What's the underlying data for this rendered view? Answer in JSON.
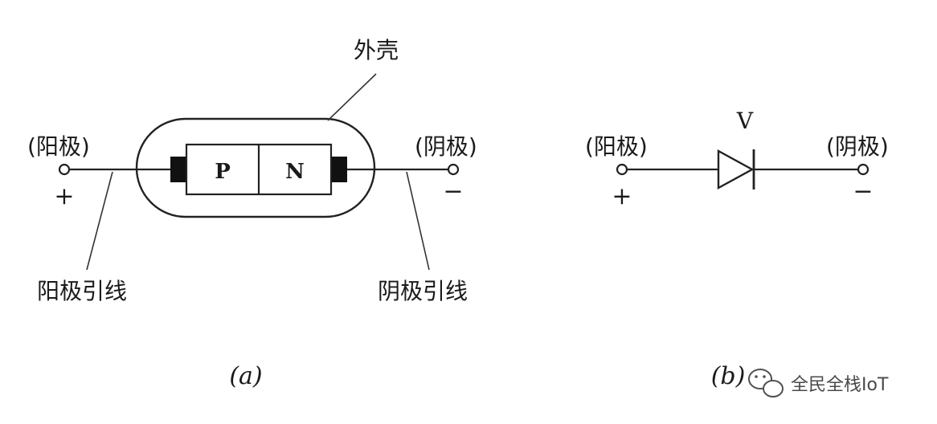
{
  "diagram_a": {
    "label_housing": "外壳",
    "label_anode_terminal": "(阳极)",
    "label_cathode_terminal": "(阴极)",
    "sign_plus": "+",
    "sign_minus": "−",
    "label_p_region": "P",
    "label_n_region": "N",
    "label_anode_lead": "阳极引线",
    "label_cathode_lead": "阴极引线",
    "caption": "(a)"
  },
  "diagram_b": {
    "label_component": "V",
    "label_anode_terminal": "(阳极)",
    "label_cathode_terminal": "(阴极)",
    "sign_plus": "+",
    "sign_minus": "−",
    "caption": "(b)"
  },
  "watermark": {
    "text": "全民全栈IoT",
    "icon": "wechat-icon"
  }
}
